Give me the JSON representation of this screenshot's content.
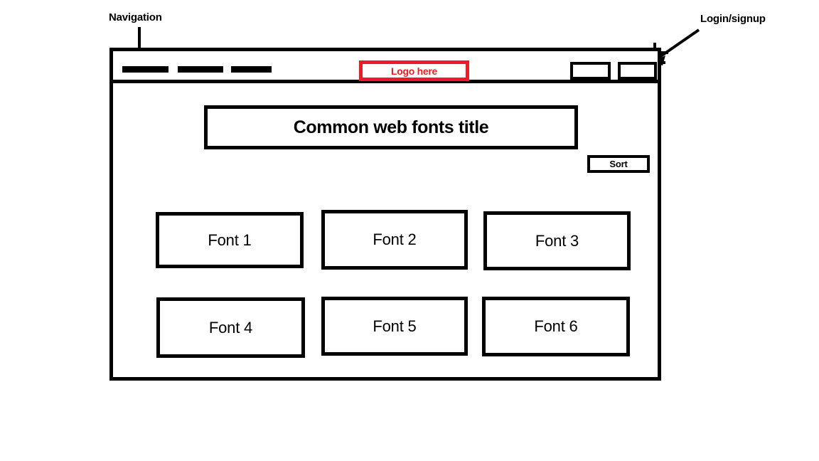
{
  "annotations": [
    {
      "id": "navigation",
      "label": "Navigation"
    },
    {
      "id": "login-signup",
      "label": "Login/signup"
    }
  ],
  "browser": {
    "header": {
      "nav_items": [
        {
          "label": ""
        },
        {
          "label": ""
        },
        {
          "label": ""
        }
      ],
      "logo": {
        "text": "Logo here",
        "color": "#ed1c24"
      },
      "auth_buttons": [
        {
          "name": "login",
          "label": ""
        },
        {
          "name": "signup",
          "label": ""
        }
      ]
    },
    "content": {
      "title": "Common web fonts title",
      "sort": {
        "label": "Sort"
      },
      "font_cards": [
        {
          "label": "Font 1"
        },
        {
          "label": "Font 2"
        },
        {
          "label": "Font 3"
        },
        {
          "label": "Font 4"
        },
        {
          "label": "Font 5"
        },
        {
          "label": "Font 6"
        }
      ]
    }
  },
  "colors": {
    "stroke": "#000000",
    "accent_red": "#ed1c24",
    "background": "#ffffff"
  }
}
